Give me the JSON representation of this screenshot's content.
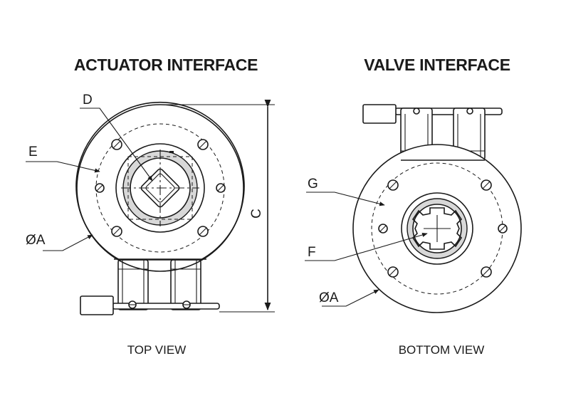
{
  "titles": {
    "left": "ACTUATOR INTERFACE",
    "right": "VALVE INTERFACE"
  },
  "views": {
    "left": "TOP VIEW",
    "right": "BOTTOM VIEW"
  },
  "labels": {
    "D": "D",
    "E": "E",
    "A_left": "ØA",
    "C": "C",
    "G": "G",
    "F": "F",
    "A_right": "ØA"
  }
}
